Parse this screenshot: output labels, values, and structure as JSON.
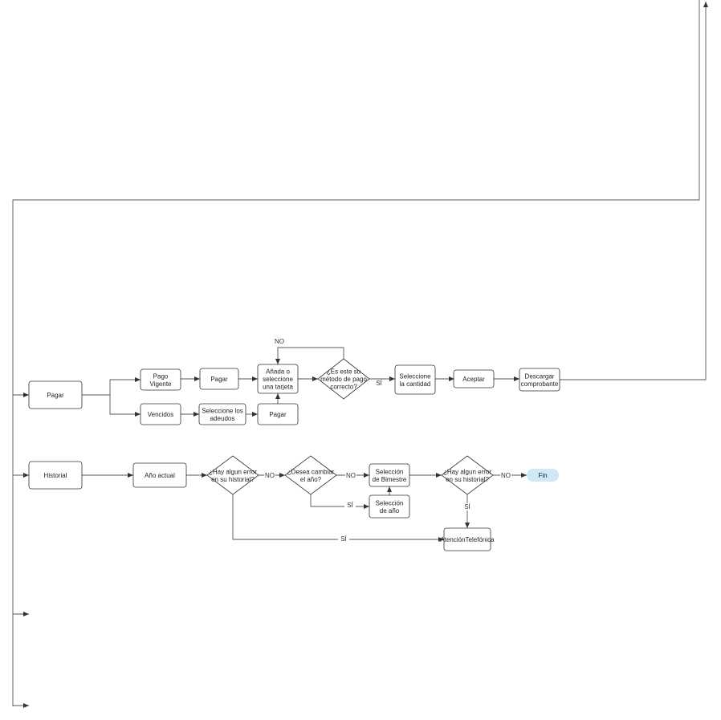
{
  "nodes": {
    "pagar_root": [
      "Pagar"
    ],
    "pago_vigente": [
      "Pago",
      "Vigente"
    ],
    "vencidos": [
      "Vencidos"
    ],
    "pagar_1": [
      "Pagar"
    ],
    "seleccione_adeudos": [
      "Seleccione los",
      "adeudos"
    ],
    "pagar_2": [
      "Pagar"
    ],
    "anada_tarjeta": [
      "Añada o",
      "seleccione",
      "una tarjeta"
    ],
    "es_metodo": [
      "¿Es este su",
      "método de pago",
      "correcto?"
    ],
    "seleccione_cantidad": [
      "Seleccione",
      "la cantidad"
    ],
    "aceptar": [
      "Aceptar"
    ],
    "descargar": [
      "Descargar",
      "comprobante"
    ],
    "historial": [
      "Historial"
    ],
    "anio_actual": [
      "Año actual"
    ],
    "error_1": [
      "¿Hay algun error",
      "en su historial?"
    ],
    "cambiar_anio": [
      "¿Desea cambiar",
      "el año?"
    ],
    "seleccion_bimestre": [
      "Selección",
      "de Bimestre"
    ],
    "seleccion_anio": [
      "Selección",
      "de año"
    ],
    "error_2": [
      "¿Hay algun error",
      "en su historial?"
    ],
    "fin": [
      "Fin"
    ],
    "atencion": [
      "AtenciónTelefónica"
    ]
  },
  "edge_labels": {
    "no_loop": "NO",
    "si_metodo": "SÍ",
    "no_1": "NO",
    "no_2": "NO",
    "si_cambiar": "SÍ",
    "no_3": "NO",
    "si_error2": "SÍ",
    "si_error1": "SÍ"
  },
  "colors": {
    "stroke": "#555555",
    "node_border": "#333333",
    "terminal_fill": "#cfe8f7"
  }
}
